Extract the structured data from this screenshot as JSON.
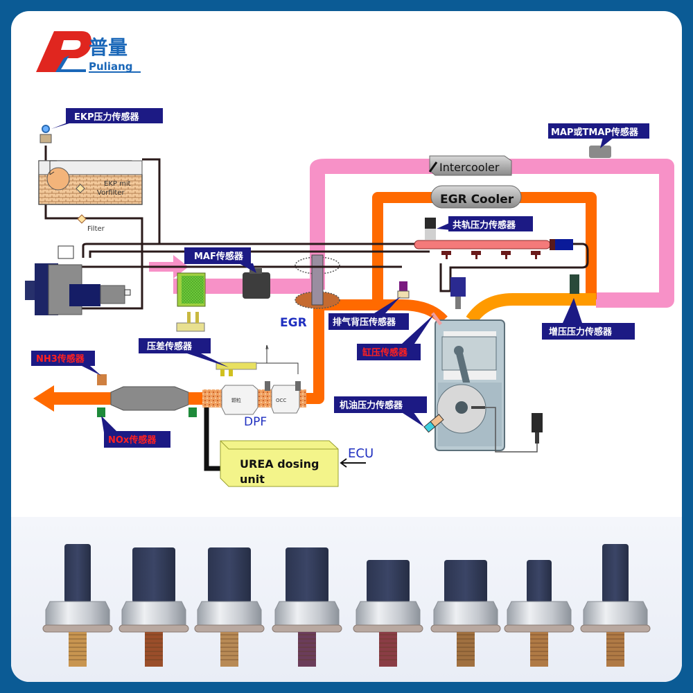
{
  "brand": {
    "logo_cn": "普量",
    "logo_en": "Puliang",
    "colors": {
      "red": "#e0261f",
      "blue": "#1a67b8",
      "frame": "#0b5b95"
    }
  },
  "diagram": {
    "labels": {
      "ekp_sensor": "EKP压力传感器",
      "ekp_tank": "EKP mit",
      "ekp_tank_2": "Vorfilter",
      "filter": "Filter",
      "map_sensor": "MAP或TMAP传感器",
      "intercooler": "Intercooler",
      "egr_cooler": "EGR Cooler",
      "rail_sensor": "共轨压力传感器",
      "maf_sensor": "MAF传感器",
      "egr": "EGR",
      "exhaust_back_sensor": "排气背压传感器",
      "cylinder_sensor": "缸压传感器",
      "boost_sensor": "增压压力传感器",
      "diff_sensor": "压差传感器",
      "nh3_sensor": "NH3传感器",
      "nox_sensor": "NOx传感器",
      "dpf": "DPF",
      "doc": "OCC",
      "dpf_inner": "颗粒",
      "oil_sensor": "机油压力传感器",
      "urea_unit_1": "UREA dosing",
      "urea_unit_2": "unit",
      "ecu": "ECU"
    },
    "colors": {
      "intake_pipe": "#f791c7",
      "egr_pipe": "#ff6a00",
      "boost_pipe": "#ff9a00",
      "callout_bg": "#1c1a84",
      "callout_text_white": "#ffffff",
      "callout_text_red": "#ff2020"
    }
  },
  "products": {
    "count": 8,
    "items": [
      {
        "name": "sensor-1",
        "connector": "tall",
        "thread": "#c89550"
      },
      {
        "name": "sensor-2",
        "connector": "wide",
        "thread": "#9a4e2a"
      },
      {
        "name": "sensor-3",
        "connector": "wide",
        "thread": "#b88a55"
      },
      {
        "name": "sensor-4",
        "connector": "wide",
        "thread": "#6b3d5a"
      },
      {
        "name": "sensor-5",
        "connector": "square",
        "thread": "#8a3d45"
      },
      {
        "name": "sensor-6",
        "connector": "square",
        "thread": "#a07040"
      },
      {
        "name": "sensor-7",
        "connector": "narrow",
        "thread": "#b07a45"
      },
      {
        "name": "sensor-8",
        "connector": "tall",
        "thread": "#b07a45"
      }
    ]
  }
}
